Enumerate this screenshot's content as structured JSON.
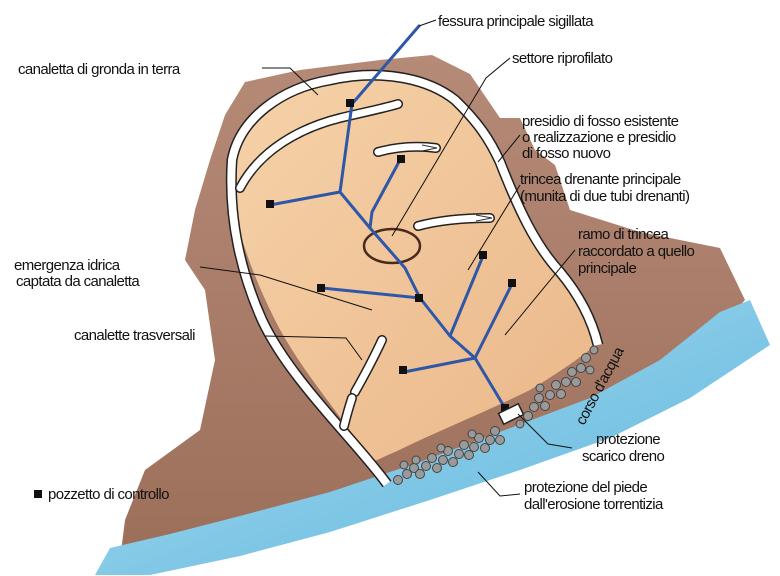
{
  "labels": {
    "fessura": "fessura principale sigillata",
    "canaletta_gronda": "canaletta di gronda in terra",
    "settore": "settore riprofilato",
    "presidio_1": "presidio di fosso esistente",
    "presidio_2": "o realizzazione e presidio",
    "presidio_3": "di fosso nuovo",
    "trincea_1": "trincea drenante principale",
    "trincea_2": "(munita di due tubi drenanti)",
    "ramo_1": "ramo di trincea",
    "ramo_2": "raccordato a quello",
    "ramo_3": "principale",
    "emergenza_1": "emergenza idrica",
    "emergenza_2": "captata da canaletta",
    "canalette_trasversali": "canalette trasversali",
    "corso_acqua": "corso d'acqua",
    "prot_scarico_1": "protezione",
    "prot_scarico_2": "scarico dreno",
    "prot_piede_1": "protezione del piede",
    "prot_piede_2": "dall'erosione torrentizia",
    "legenda_pozzetto": "pozzetto di controllo"
  },
  "colors": {
    "soil_dark": "#a77b66",
    "slope_fill": "#f3c797",
    "ditch": "#ffffff",
    "drain": "#2f57a8",
    "pit": "#111111",
    "river": "#7cc4e4",
    "rock": "#8c8c8c",
    "sector_ring": "#4a2a1c"
  },
  "icons": {
    "pit_marker": "black-square",
    "flow_arrow": "arrow-right"
  }
}
